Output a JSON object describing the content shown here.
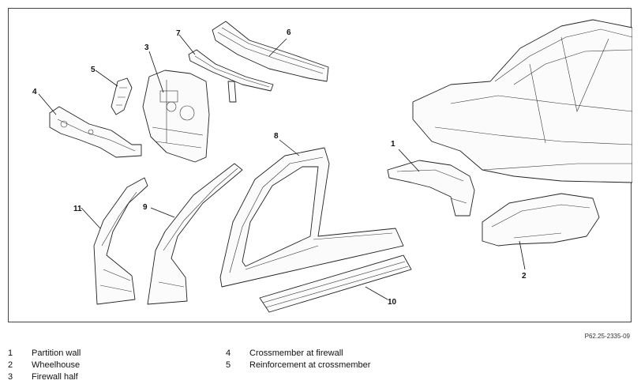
{
  "figure_reference": "P62.25-2335-09",
  "callouts": [
    "1",
    "2",
    "3",
    "4",
    "5",
    "6",
    "7",
    "8",
    "9",
    "10",
    "11"
  ],
  "legend": [
    {
      "num": "1",
      "label": "Partition wall"
    },
    {
      "num": "2",
      "label": "Wheelhouse"
    },
    {
      "num": "3",
      "label": "Firewall half"
    },
    {
      "num": "4",
      "label": "Crossmember at firewall"
    },
    {
      "num": "5",
      "label": "Reinforcement at crossmember"
    }
  ]
}
